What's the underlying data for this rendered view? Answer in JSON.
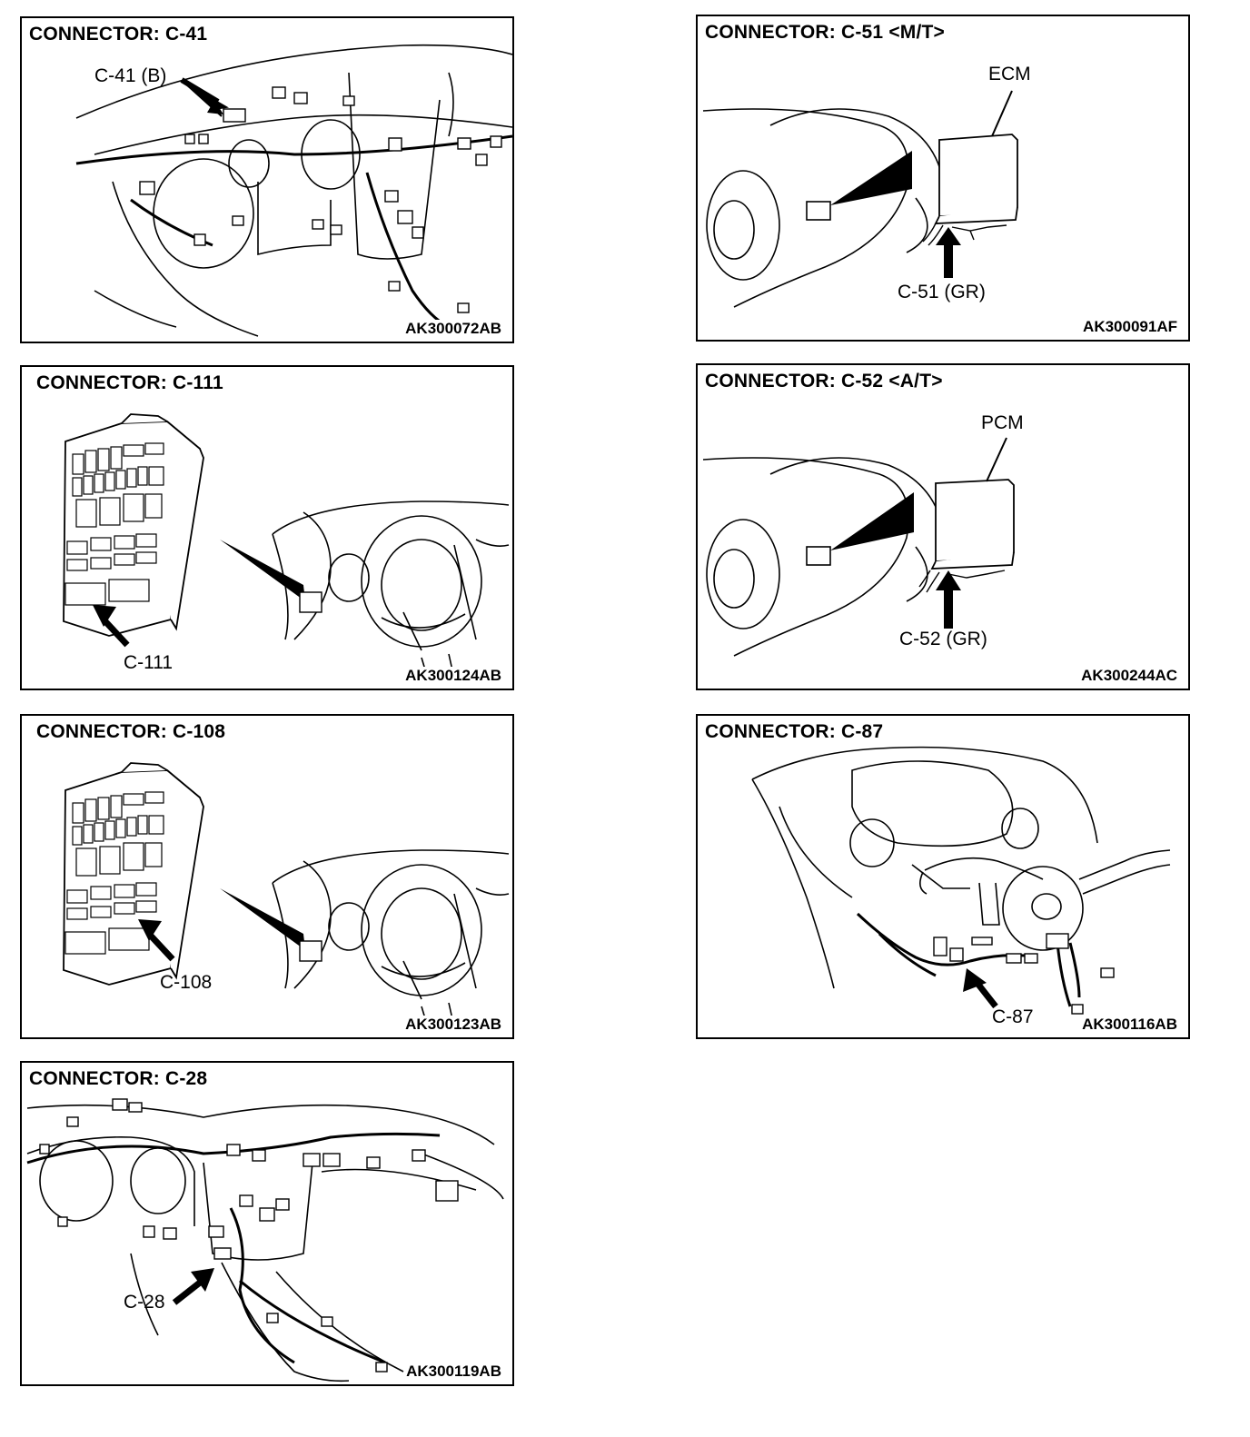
{
  "panels": [
    {
      "title": "CONNECTOR: C-41",
      "callouts": [
        "C-41 (B)"
      ],
      "code": "AK300072AB"
    },
    {
      "title": "CONNECTOR: C-51 <M/T>",
      "callouts": [
        "ECM",
        "C-51 (GR)"
      ],
      "code": "AK300091AF"
    },
    {
      "title": "CONNECTOR: C-111",
      "callouts": [
        "C-111"
      ],
      "code": "AK300124AB"
    },
    {
      "title": "CONNECTOR: C-52 <A/T>",
      "callouts": [
        "PCM",
        "C-52 (GR)"
      ],
      "code": "AK300244AC"
    },
    {
      "title": "CONNECTOR: C-108",
      "callouts": [
        "C-108"
      ],
      "code": "AK300123AB"
    },
    {
      "title": "CONNECTOR: C-87",
      "callouts": [
        "C-87"
      ],
      "code": "AK300116AB"
    },
    {
      "title": "CONNECTOR: C-28",
      "callouts": [
        "C-28"
      ],
      "code": "AK300119AB"
    }
  ]
}
